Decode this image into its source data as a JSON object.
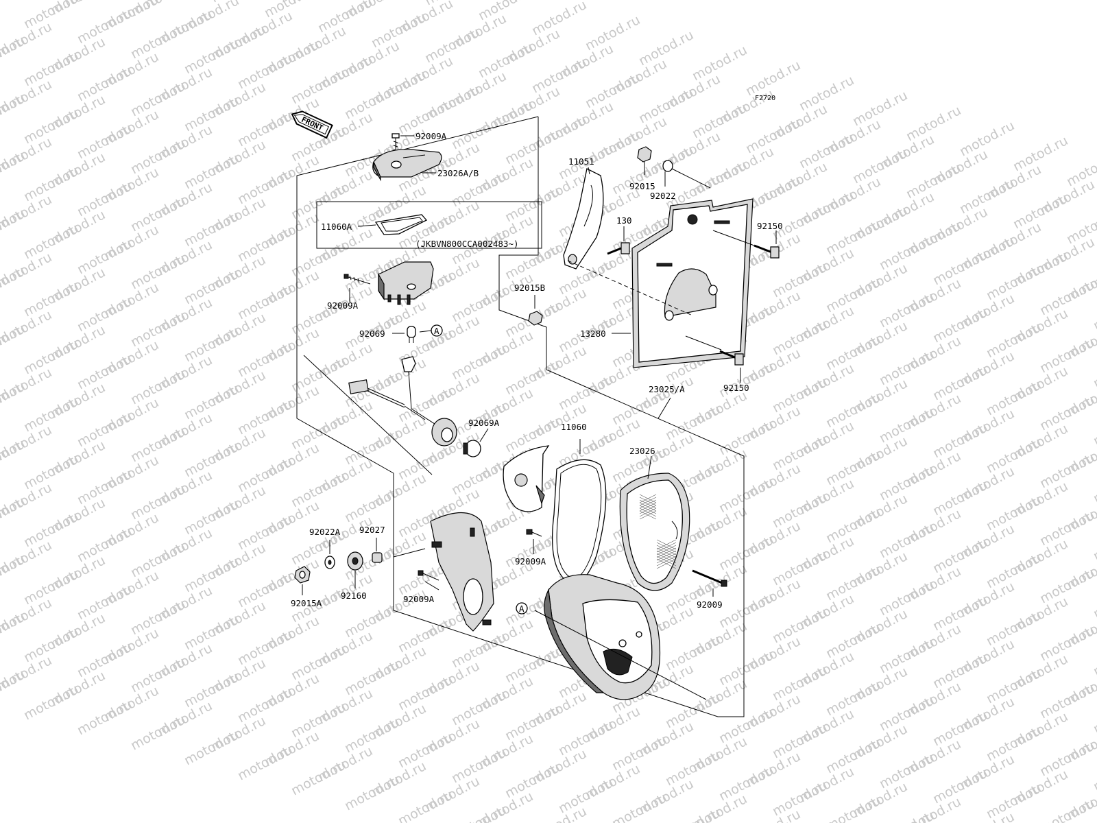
{
  "figure_code": "F2720",
  "front_label": "FRONT",
  "serial_note": "(JKBVN800CCA002483~)",
  "callout_marker": "A",
  "watermark_text": "motod.ru",
  "callouts": {
    "c92009A_top": "92009A",
    "c23026AB": "23026A/B",
    "c11060A": "11060A",
    "c92009A_left": "92009A",
    "c92069": "92069",
    "c92069A": "92069A",
    "c11060": "11060",
    "c23026": "23026",
    "c92022A": "92022A",
    "c92027": "92027",
    "c92015A": "92015A",
    "c92160": "92160",
    "c92009A_bracket": "92009A",
    "c92009A_mid": "92009A",
    "c92009": "92009",
    "c11051": "11051",
    "c92015": "92015",
    "c92022": "92022",
    "c130": "130",
    "c92150_top": "92150",
    "c92015B": "92015B",
    "c13280": "13280",
    "c92150_bot": "92150",
    "c23025A": "23025/A"
  },
  "colors": {
    "ink": "#000000",
    "watermark": "#c8c8c8",
    "part_fill": "#d9d9d9",
    "part_dark": "#6d6d6d"
  }
}
